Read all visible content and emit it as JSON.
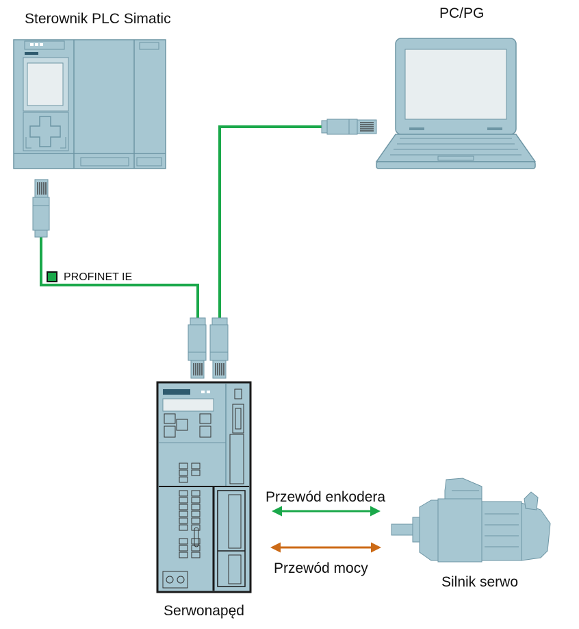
{
  "labels": {
    "plc": "Sterownik PLC Simatic",
    "pc": "PC/PG",
    "profinet": "PROFINET IE",
    "drive": "Serwonapęd",
    "motor": "Silnik serwo",
    "encoder_cable": "Przewód enkodera",
    "power_cable": "Przewód mocy"
  },
  "colors": {
    "device_fill": "#a7c7d2",
    "device_stroke": "#6d95a4",
    "screen_fill": "#e8eef0",
    "profinet_cable": "#1aa84a",
    "encoder_cable": "#1aa84a",
    "power_cable": "#cc6a16",
    "drive_frame": "#1a1a1a"
  }
}
